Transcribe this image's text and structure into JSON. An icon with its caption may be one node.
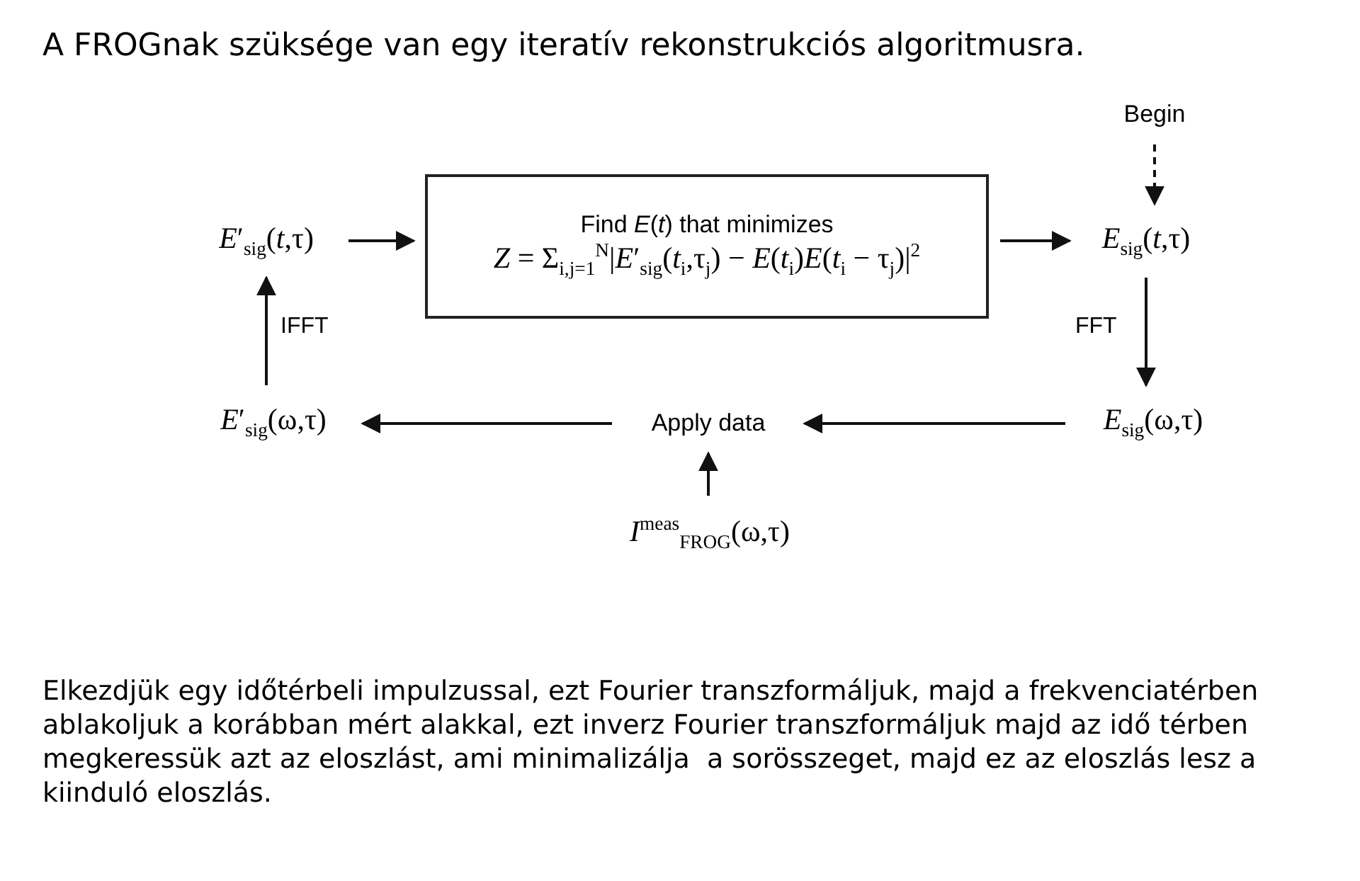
{
  "diagram": {
    "title": "A FROGnak szüksége van egy iteratív rekonstrukciós algoritmusra.",
    "caption": "Elkezdjük egy időtérbeli impulzussal, ezt Fourier transzformáljuk, majd a frekvenciatérben ablakoljuk a korábban mért alakkal, ezt inverz Fourier transzformáljuk majd az idő térben megkeressük azt az eloszlást, ami minimalizálja  a sorösszeget, majd ez az eloszlás lesz a kiinduló eloszlás.",
    "nodes": [
      {
        "text": [
          "*E*′$_{sig}$(*t*,τ)"
        ]
      },
      {
        "text": [
          "Find *E*(*t*) that minimizes",
          "*Z* = Σ$_{i,j=1}$$^{N}$|*E*′$_{sig}$(*t*$_{i}$,τ$_{j}$) − *E*(*t*$_{i}$)*E*(*t*$_{i}$ − τ$_{j}$)|$^{2}$"
        ]
      },
      {
        "text": [
          "Begin"
        ]
      },
      {
        "text": [
          "*E*$_{sig}$(*t*,τ)"
        ]
      },
      {
        "text": [
          "*E*$_{sig}$(ω,τ)"
        ]
      },
      {
        "text": [
          "Apply data"
        ]
      },
      {
        "text": [
          "*E*′$_{sig}$(ω,τ)"
        ]
      },
      {
        "text": [
          "*I*$^{meas}$$_{FROG}$(ω,τ)"
        ]
      }
    ],
    "edges": [
      {
        "from": 0,
        "to": 1,
        "arrow": "to"
      },
      {
        "from": 1,
        "to": 3,
        "arrow": "to"
      },
      {
        "from": 2,
        "to": 3,
        "arrow": "to",
        "style": "dashed"
      },
      {
        "from": 3,
        "to": 4,
        "arrow": "to",
        "label": "FFT"
      },
      {
        "from": 4,
        "to": 5,
        "arrow": "to"
      },
      {
        "from": 5,
        "to": 6,
        "arrow": "to"
      },
      {
        "from": 7,
        "to": 5,
        "arrow": "to"
      },
      {
        "from": 6,
        "to": 0,
        "arrow": "to",
        "label": "IFFT"
      }
    ]
  }
}
